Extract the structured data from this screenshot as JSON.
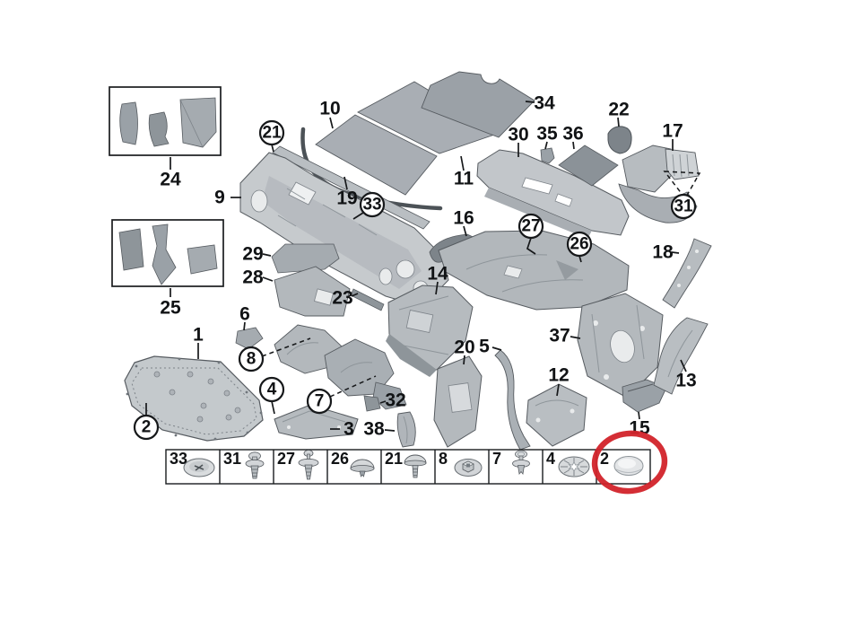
{
  "diagram": {
    "description": "Sound insulation exploded parts diagram",
    "background_color": "#ffffff",
    "line_color": "#16181a",
    "part_fill_color": "#b9bec3",
    "highlight_color": "#d2232a"
  },
  "callouts": [
    {
      "label": "24",
      "circled": false
    },
    {
      "label": "25",
      "circled": false
    },
    {
      "label": "9",
      "circled": false
    },
    {
      "label": "21",
      "circled": true
    },
    {
      "label": "10",
      "circled": false
    },
    {
      "label": "19",
      "circled": false
    },
    {
      "label": "33",
      "circled": true
    },
    {
      "label": "34",
      "circled": false
    },
    {
      "label": "11",
      "circled": false
    },
    {
      "label": "30",
      "circled": false
    },
    {
      "label": "35",
      "circled": false
    },
    {
      "label": "36",
      "circled": false
    },
    {
      "label": "22",
      "circled": false
    },
    {
      "label": "17",
      "circled": false
    },
    {
      "label": "31",
      "circled": true
    },
    {
      "label": "16",
      "circled": false
    },
    {
      "label": "27",
      "circled": true
    },
    {
      "label": "26",
      "circled": true
    },
    {
      "label": "18",
      "circled": false
    },
    {
      "label": "29",
      "circled": false
    },
    {
      "label": "28",
      "circled": false
    },
    {
      "label": "23",
      "circled": false
    },
    {
      "label": "6",
      "circled": false
    },
    {
      "label": "14",
      "circled": false
    },
    {
      "label": "1",
      "circled": false
    },
    {
      "label": "8",
      "circled": true
    },
    {
      "label": "4",
      "circled": true
    },
    {
      "label": "7",
      "circled": true
    },
    {
      "label": "2",
      "circled": true
    },
    {
      "label": "3",
      "circled": false
    },
    {
      "label": "32",
      "circled": false
    },
    {
      "label": "38",
      "circled": false
    },
    {
      "label": "20",
      "circled": false
    },
    {
      "label": "5",
      "circled": false
    },
    {
      "label": "37",
      "circled": false
    },
    {
      "label": "12",
      "circled": false
    },
    {
      "label": "13",
      "circled": false
    },
    {
      "label": "15",
      "circled": false
    }
  ],
  "fastener_table": {
    "cells": [
      {
        "label": "33",
        "icon": "flat-washer-icon",
        "highlighted": false
      },
      {
        "label": "31",
        "icon": "expansion-rivet-icon",
        "highlighted": false
      },
      {
        "label": "27",
        "icon": "long-expansion-rivet-icon",
        "highlighted": false
      },
      {
        "label": "26",
        "icon": "dome-clip-icon",
        "highlighted": false
      },
      {
        "label": "21",
        "icon": "mushroom-rivet-icon",
        "highlighted": false
      },
      {
        "label": "8",
        "icon": "nut-washer-icon",
        "highlighted": false
      },
      {
        "label": "7",
        "icon": "push-rivet-icon",
        "highlighted": false
      },
      {
        "label": "4",
        "icon": "star-washer-icon",
        "highlighted": false
      },
      {
        "label": "2",
        "icon": "cover-cap-icon",
        "highlighted": true
      }
    ]
  }
}
